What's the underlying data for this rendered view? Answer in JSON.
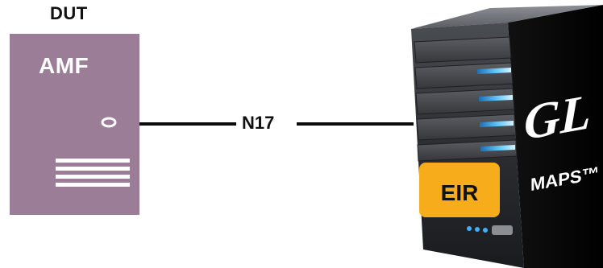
{
  "dut": {
    "label": "DUT",
    "node_label": "AMF"
  },
  "connection": {
    "label": "N17"
  },
  "server": {
    "label": "EIR",
    "brand": "GL",
    "product": "MAPS™"
  },
  "colors": {
    "amf_box": "#9c7d97",
    "eir_badge": "#f7ac1c",
    "server_led": "#3fb0ff",
    "line": "#0c0c0c"
  },
  "icons": [
    "power-icon",
    "vent-lines-icon",
    "server-led-icon"
  ]
}
